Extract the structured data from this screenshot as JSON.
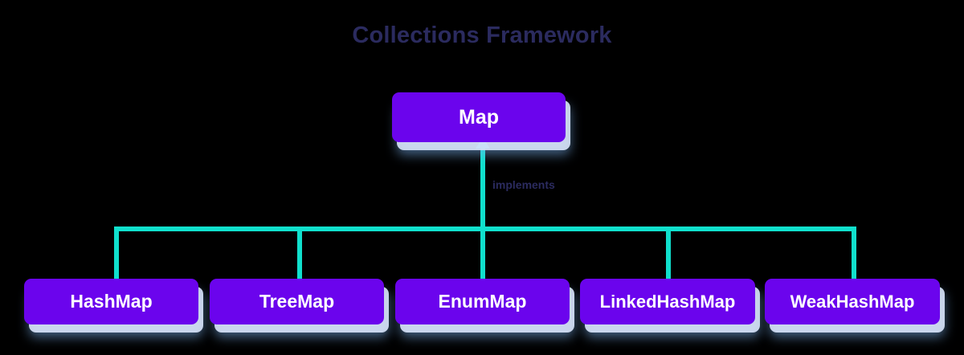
{
  "diagram": {
    "title": "Collections Framework",
    "colors": {
      "background": "#000000",
      "node_fill": "#6b04ed",
      "node_text": "#ffffff",
      "connector": "#10e0cd",
      "title_text": "#2b2b5f",
      "label_text": "#2b2b5f",
      "node_shadow": "#d6e2f7"
    },
    "root": {
      "label": "Map"
    },
    "edge": {
      "label": "implements",
      "arrow_direction": "up"
    },
    "leaves": [
      {
        "label": "HashMap"
      },
      {
        "label": "TreeMap"
      },
      {
        "label": "EnumMap"
      },
      {
        "label": "LinkedHashMap"
      },
      {
        "label": "WeakHashMap"
      }
    ]
  }
}
